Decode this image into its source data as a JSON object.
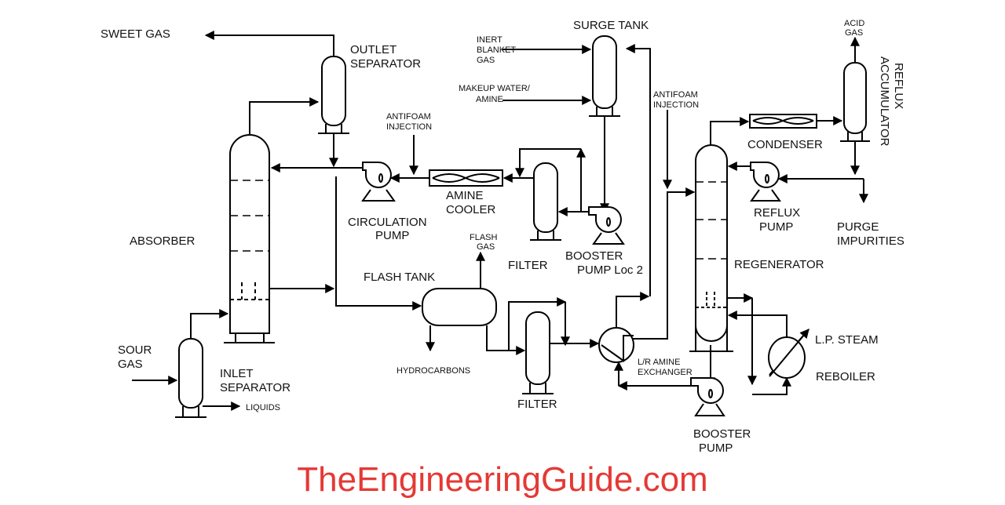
{
  "labels": {
    "sweet_gas": "SWEET GAS",
    "outlet_separator": [
      "OUTLET",
      "SEPARATOR"
    ],
    "antifoam_1": [
      "ANTIFOAM",
      "INJECTION"
    ],
    "inert_gas": [
      "INERT",
      "BLANKET",
      "GAS"
    ],
    "makeup": [
      "MAKEUP WATER/",
      "AMINE"
    ],
    "surge_tank": "SURGE TANK",
    "antifoam_2": [
      "ANTIFOAM",
      "INJECTION"
    ],
    "acid_gas": [
      "ACID",
      "GAS"
    ],
    "reflux_accumulator": [
      "REFLUX",
      "ACCUMULATOR"
    ],
    "condenser": "CONDENSER",
    "amine_cooler": [
      "AMINE",
      "COOLER"
    ],
    "circulation_pump": [
      "CIRCULATION",
      "PUMP"
    ],
    "absorber": "ABSORBER",
    "flash_gas": [
      "FLASH",
      "GAS"
    ],
    "filter_upper": "FILTER",
    "booster_pump_loc2": [
      "BOOSTER",
      "PUMP Loc 2"
    ],
    "reflux_pump": [
      "REFLUX",
      "PUMP"
    ],
    "purge": [
      "PURGE",
      "IMPURITIES"
    ],
    "flash_tank": "FLASH TANK",
    "regenerator": "REGENERATOR",
    "sour_gas": [
      "SOUR",
      "GAS"
    ],
    "hydrocarbons": "HYDROCARBONS",
    "lr_exchanger": [
      "L/R AMINE",
      "EXCHANGER"
    ],
    "lp_steam": "L.P. STEAM",
    "reboiler": "REBOILER",
    "inlet_separator": [
      "INLET",
      "SEPARATOR"
    ],
    "liquids": "LIQUIDS",
    "filter_lower": "FILTER",
    "booster_pump": [
      "BOOSTER",
      "PUMP"
    ]
  },
  "watermark": "TheEngineeringGuide.com",
  "colors": {
    "line": "#000000",
    "watermark": "#e53935"
  }
}
